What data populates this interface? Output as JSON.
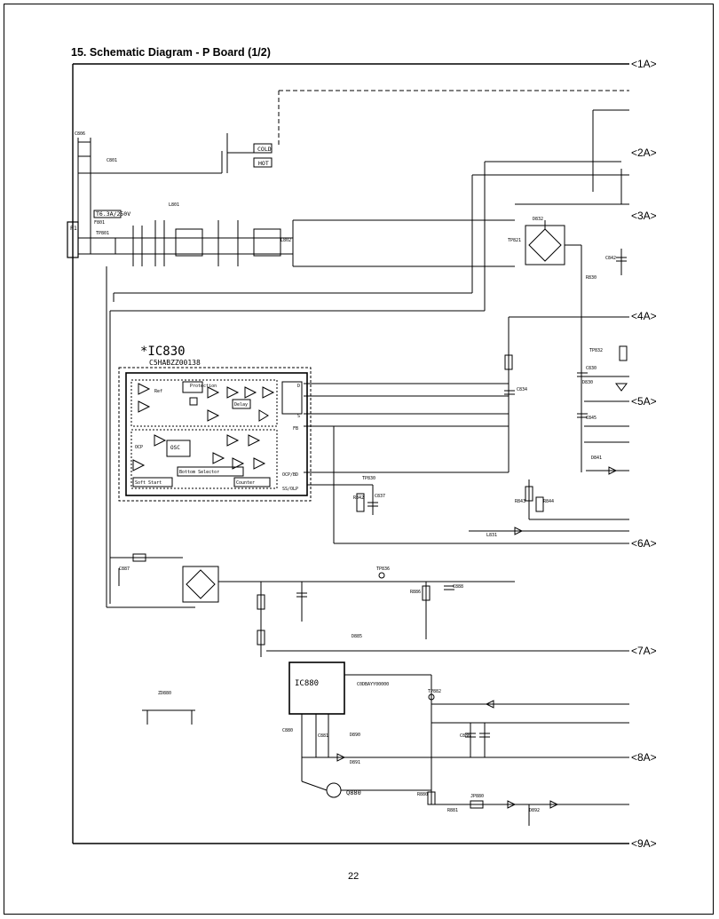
{
  "title": "15. Schematic Diagram - P Board (1/2)",
  "page_number": "22",
  "connectors": [
    {
      "id": "c1",
      "label": "<1A>"
    },
    {
      "id": "c2",
      "label": "<2A>"
    },
    {
      "id": "c3",
      "label": "<3A>"
    },
    {
      "id": "c4",
      "label": "<4A>"
    },
    {
      "id": "c5",
      "label": "<5A>"
    },
    {
      "id": "c6",
      "label": "<6A>"
    },
    {
      "id": "c7",
      "label": "<7A>"
    },
    {
      "id": "c8",
      "label": "<8A>"
    },
    {
      "id": "c9",
      "label": "<9A>"
    }
  ],
  "ic830": {
    "name": "*IC830",
    "part": "C5HABZZ00138",
    "block_labels": {
      "protection": "Protection",
      "delay": "Delay",
      "ocp": "OCP",
      "bottom_selector": "Bottom Selector",
      "soft_start": "Soft Start",
      "counter": "Counter",
      "osc": "OSC",
      "ref": "Ref"
    },
    "pins": {
      "d": "D",
      "s": "S",
      "fb": "FB",
      "ocp_bd": "OCP/BD",
      "ss_olp": "SS/OLP"
    }
  },
  "ic880": {
    "name": "IC880",
    "part": "C0DBAYY00000"
  },
  "q880": {
    "name": "Q880"
  },
  "boxes": {
    "cold": "COLD",
    "hot": "HOT"
  },
  "p1": "P1",
  "fuse_label": "T6.3A/250V",
  "components": [
    {
      "id": "c806",
      "ref": "C806"
    },
    {
      "id": "c801",
      "ref": "C801"
    },
    {
      "id": "l801",
      "ref": "L801"
    },
    {
      "id": "l802",
      "ref": "L802"
    },
    {
      "id": "f801",
      "ref": "F801"
    },
    {
      "id": "d830",
      "ref": "D830"
    },
    {
      "id": "d832",
      "ref": "D832"
    },
    {
      "id": "d841",
      "ref": "D841"
    },
    {
      "id": "d885",
      "ref": "D885"
    },
    {
      "id": "d890",
      "ref": "D890"
    },
    {
      "id": "d891",
      "ref": "D891"
    },
    {
      "id": "d892",
      "ref": "D892"
    },
    {
      "id": "r830",
      "ref": "R830"
    },
    {
      "id": "r842",
      "ref": "R842"
    },
    {
      "id": "r843",
      "ref": "R843"
    },
    {
      "id": "r844",
      "ref": "R844"
    },
    {
      "id": "r880",
      "ref": "R880"
    },
    {
      "id": "r881",
      "ref": "R881"
    },
    {
      "id": "r886",
      "ref": "R886"
    },
    {
      "id": "c830",
      "ref": "C830"
    },
    {
      "id": "c834",
      "ref": "C834"
    },
    {
      "id": "c837",
      "ref": "C837"
    },
    {
      "id": "c842",
      "ref": "C842"
    },
    {
      "id": "c845",
      "ref": "C845"
    },
    {
      "id": "c880",
      "ref": "C880"
    },
    {
      "id": "c881",
      "ref": "C881"
    },
    {
      "id": "c886",
      "ref": "C886"
    },
    {
      "id": "c887",
      "ref": "C887"
    },
    {
      "id": "c888",
      "ref": "C888"
    },
    {
      "id": "l831",
      "ref": "L831"
    },
    {
      "id": "tp801",
      "ref": "TP801"
    },
    {
      "id": "tp821",
      "ref": "TP821"
    },
    {
      "id": "tp830",
      "ref": "TP830"
    },
    {
      "id": "tp832",
      "ref": "TP832"
    },
    {
      "id": "tp836",
      "ref": "TP836"
    },
    {
      "id": "tp882",
      "ref": "TP882"
    },
    {
      "id": "zd880",
      "ref": "ZD880"
    },
    {
      "id": "jp880",
      "ref": "JP880"
    }
  ],
  "colors": {
    "ink": "#000000",
    "paper": "#ffffff"
  }
}
